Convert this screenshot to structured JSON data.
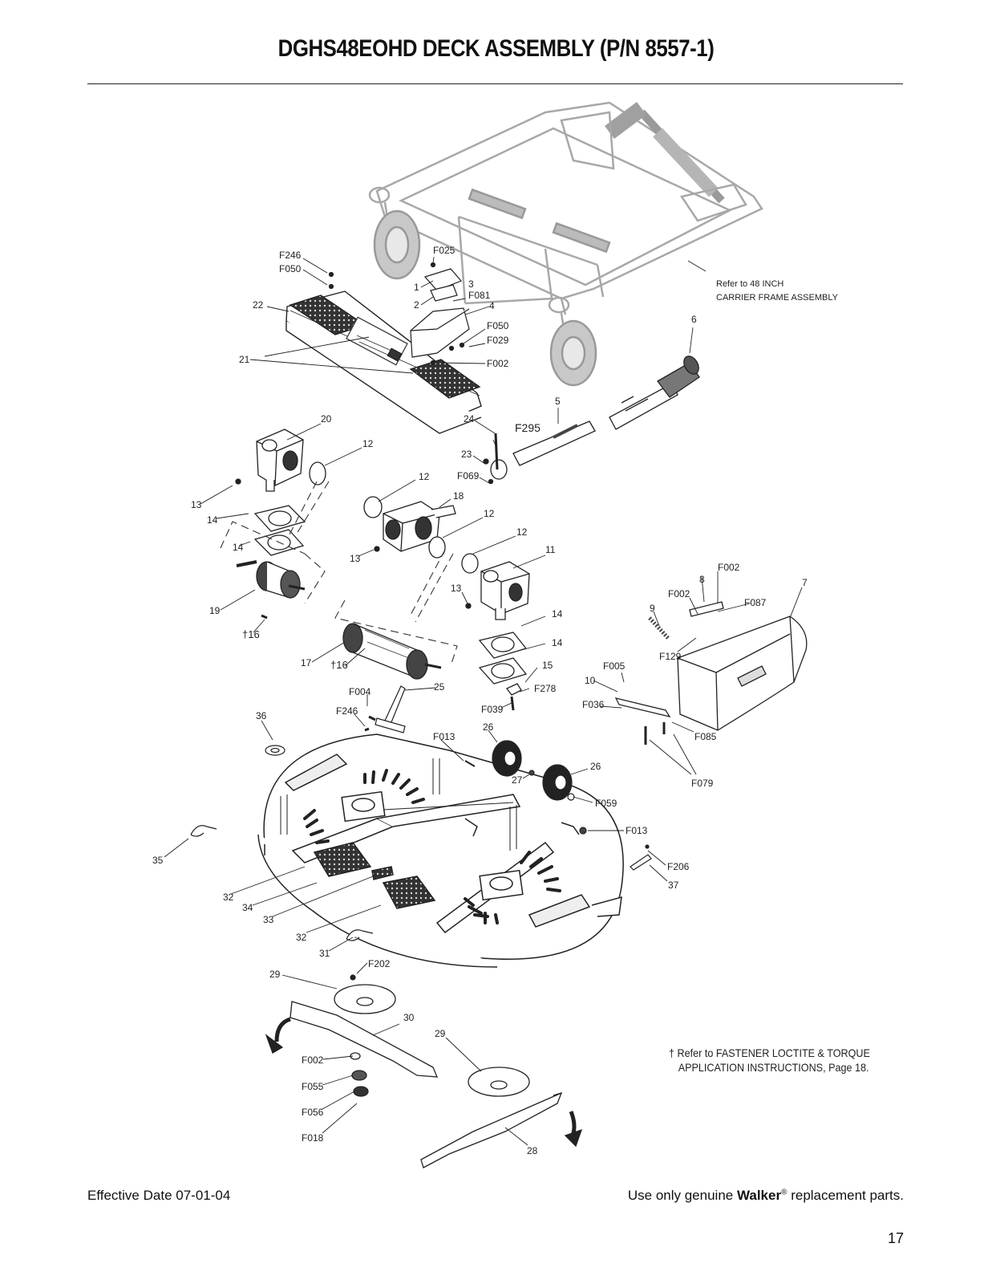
{
  "page": {
    "title": "DGHS48EOHD DECK ASSEMBLY (P/N 8557-1)",
    "page_number": "17"
  },
  "footer": {
    "effective_date": "Effective Date 07-01-04",
    "genuine_prefix": "Use only genuine",
    "brand": "Walker",
    "registered_mark": "®",
    "genuine_suffix": "replacement parts."
  },
  "notes": {
    "carrier_ref_line1": "Refer to 48 INCH",
    "carrier_ref_line2": "CARRIER FRAME ASSEMBLY",
    "dagger_line1": "† Refer to FASTENER LOCTITE & TORQUE",
    "dagger_line2": "APPLICATION INSTRUCTIONS, Page 18."
  },
  "callouts": [
    "F246",
    "F050",
    "F025",
    "1",
    "3",
    "2",
    "F081",
    "4",
    "F050",
    "F029",
    "F002",
    "22",
    "21",
    "6",
    "5",
    "24",
    "F295",
    "23",
    "F069",
    "20",
    "12",
    "12",
    "18",
    "12",
    "12",
    "13",
    "14",
    "14",
    "13",
    "11",
    "19",
    "†16",
    "13",
    "17",
    "†16",
    "14",
    "14",
    "15",
    "F278",
    "F039",
    "25",
    "F004",
    "F246",
    "26",
    "36",
    "F013",
    "27",
    "26",
    "F059",
    "F013",
    "F206",
    "37",
    "35",
    "32",
    "34",
    "33",
    "32",
    "31",
    "F202",
    "29",
    "30",
    "29",
    "F002",
    "F055",
    "F056",
    "F018",
    "28",
    "8",
    "F002",
    "F002",
    "F087",
    "7",
    "9",
    "F129",
    "F005",
    "10",
    "F036",
    "F085",
    "F079"
  ]
}
